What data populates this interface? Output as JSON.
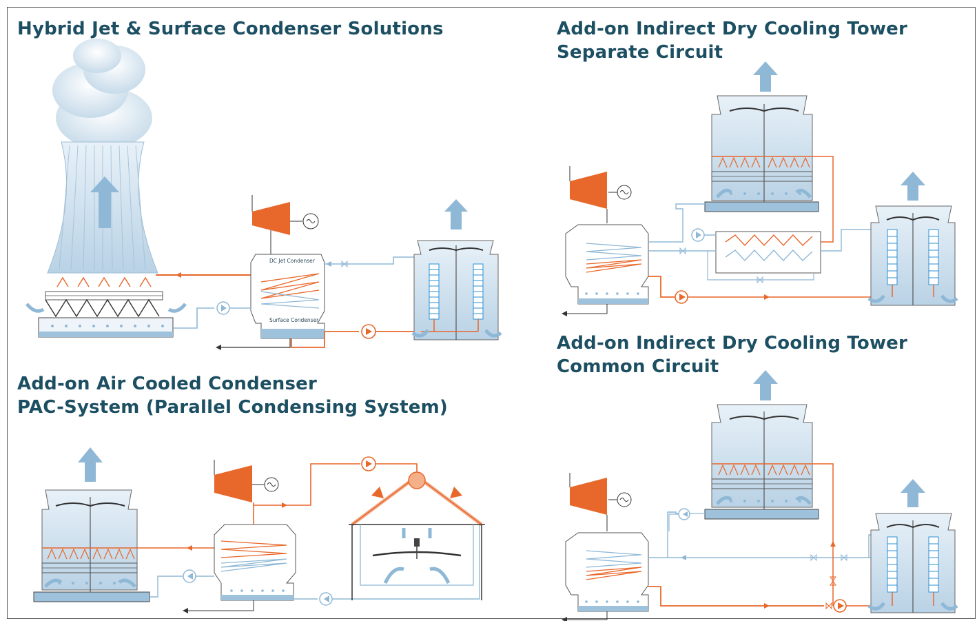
{
  "panels": {
    "hybrid": {
      "title": "Hybrid Jet & Surface Condenser Solutions",
      "labels": {
        "jet": "DC Jet Condenser",
        "surface": "Surface Condenser"
      }
    },
    "separate": {
      "title_line1": "Add-on Indirect Dry Cooling Tower",
      "title_line2": "Separate Circuit"
    },
    "pac": {
      "title_line1": "Add-on Air Cooled Condenser",
      "title_line2": "PAC-System (Parallel Condensing System)"
    },
    "common": {
      "title_line1": "Add-on Indirect Dry Cooling Tower",
      "title_line2": "Common Circuit"
    }
  },
  "colors": {
    "title": "#1d4f63",
    "hot_line": "#e8672a",
    "cold_line": "#8fb8d6",
    "tower_fill": "#d7e6f0",
    "turbine": "#e8672a"
  }
}
